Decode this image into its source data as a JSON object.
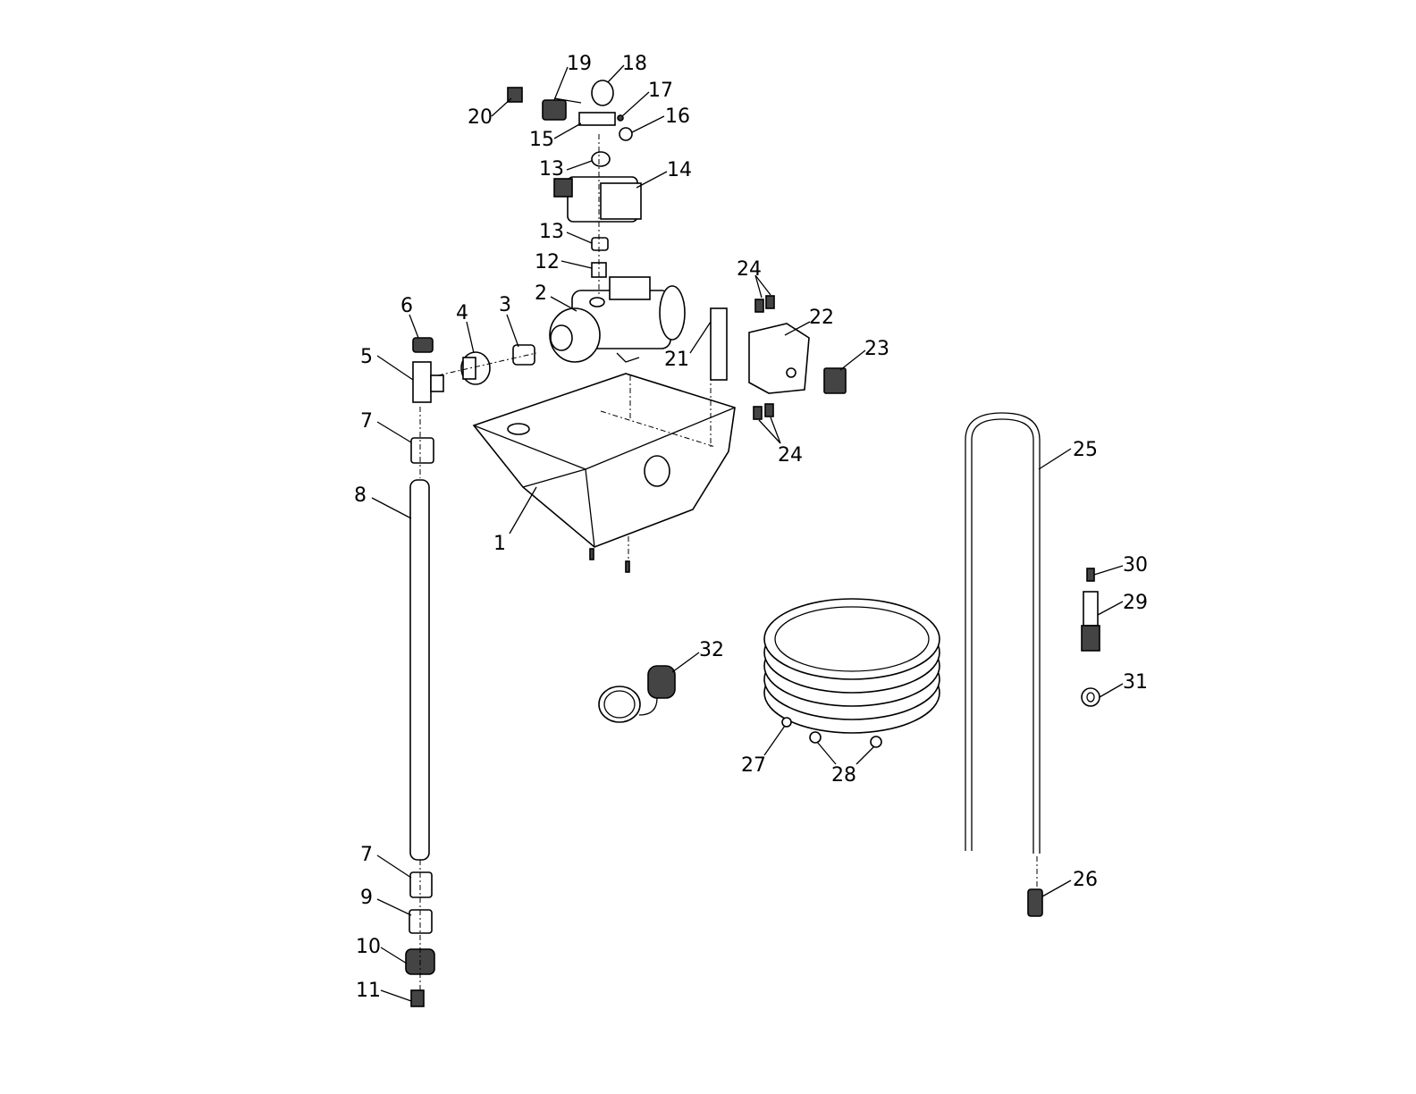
{
  "title": "Exploded parts diagram",
  "labels": [
    "1",
    "2",
    "3",
    "4",
    "5",
    "6",
    "7",
    "7",
    "8",
    "9",
    "10",
    "11",
    "12",
    "13",
    "13",
    "14",
    "15",
    "16",
    "17",
    "18",
    "19",
    "20",
    "21",
    "22",
    "23",
    "24",
    "24",
    "25",
    "26",
    "27",
    "28",
    "29",
    "30",
    "31",
    "32"
  ]
}
